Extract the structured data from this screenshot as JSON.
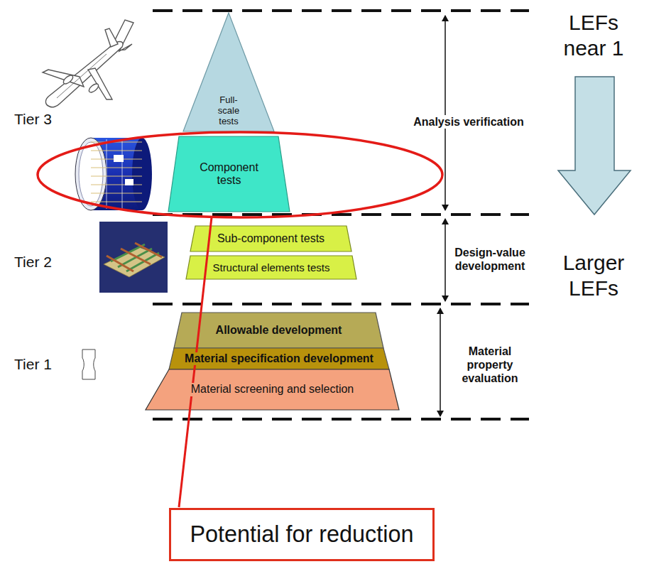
{
  "diagram": {
    "nodes": [
      {
        "text": [
          "Full-scale tests"
        ]
      },
      {
        "text": [
          "Component tests"
        ]
      },
      {
        "text": [
          "Sub-component tests"
        ]
      },
      {
        "text": [
          "Structural elements tests"
        ]
      },
      {
        "text": [
          "Allowable development"
        ]
      },
      {
        "text": [
          "Material specification development"
        ]
      },
      {
        "text": [
          "Material screening and selection"
        ]
      },
      {
        "text": [
          "Potential for reduction"
        ]
      }
    ],
    "labels": [
      "LEFs near 1",
      "Larger LEFs",
      "Tier 3",
      "Tier 2",
      "Tier 1",
      "Analysis verification",
      "Design-value development",
      "Material property evaluation"
    ]
  }
}
